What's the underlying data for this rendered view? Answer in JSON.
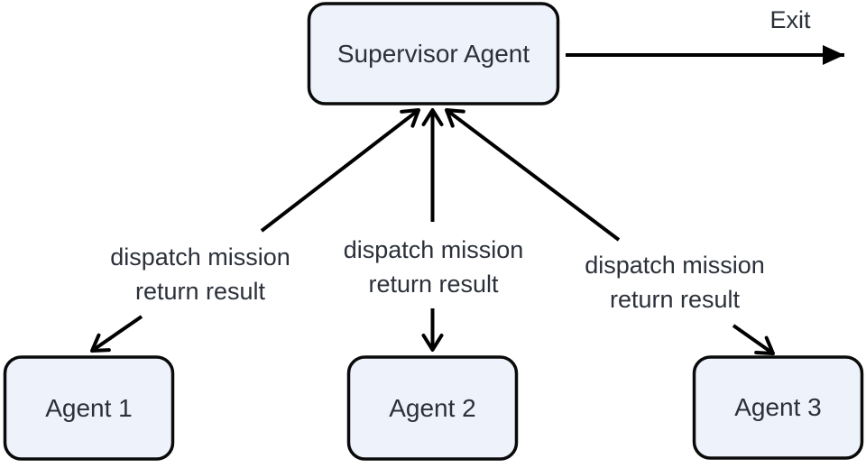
{
  "diagram": {
    "background": "#ffffff",
    "colors": {
      "node_fill": "#edf2fb",
      "node_border": "#0a0a0a",
      "arrow": "#000000",
      "text": "#2b303a"
    },
    "nodes": {
      "supervisor": {
        "label": "Supervisor Agent"
      },
      "agent1": {
        "label": "Agent 1"
      },
      "agent2": {
        "label": "Agent 2"
      },
      "agent3": {
        "label": "Agent 3"
      }
    },
    "edges": {
      "exit": {
        "label": "Exit"
      },
      "supervisor_agent1": {
        "label_line1": "dispatch mission",
        "label_line2": "return result"
      },
      "supervisor_agent2": {
        "label_line1": "dispatch mission",
        "label_line2": "return result"
      },
      "supervisor_agent3": {
        "label_line1": "dispatch mission",
        "label_line2": "return result"
      }
    }
  }
}
